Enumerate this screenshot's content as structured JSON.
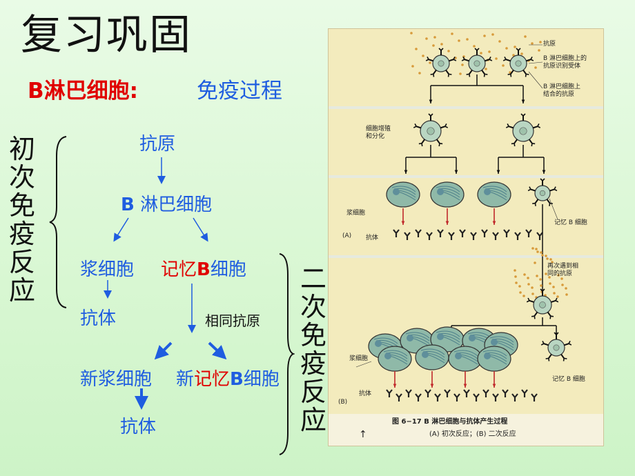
{
  "title": "复习巩固",
  "subtitle": {
    "left": "B淋巴细胞:",
    "right": "免疫过程"
  },
  "primary_label": "初次免疫反应",
  "secondary_label": "二次免疫反应",
  "flow": {
    "antigen": "抗原",
    "b_cell_prefix": "B",
    "b_cell_suffix": " 淋巴细胞",
    "plasma": "浆细胞",
    "memory_prefix": "记忆",
    "memory_b": "B",
    "memory_suffix": "细胞",
    "antibody": "抗体",
    "same_antigen": "相同抗原",
    "new_plasma": "新浆细胞",
    "new_prefix": "新",
    "new_memory": "记忆",
    "new_b": "B",
    "new_suffix": "细胞",
    "antibody2": "抗体"
  },
  "figure": {
    "labels": {
      "antigen": "抗原",
      "receptor": "B 淋巴细胞上的\n抗原识别受体",
      "bound": "B 淋巴细胞上\n结合的抗原",
      "proliferate": "细胞增殖\n和分化",
      "plasma_a": "浆细胞",
      "antibody_a": "抗体",
      "panel_a": "(A)",
      "memory_a": "记忆 B 细胞",
      "reencounter": "再次遇到相\n同的抗原",
      "plasma_b": "浆细胞",
      "antibody_b": "抗体",
      "memory_b": "记忆 B 细胞",
      "panel_b": "(B)"
    },
    "caption_line1": "图 6−17    B 淋巴细胞与抗体产生过程",
    "caption_line2": "(A) 初次反应；(B) 二次反应"
  },
  "colors": {
    "blue_text": "#1f5de0",
    "red_text": "#e00000",
    "cell_fill": "#b9d6c2",
    "plasma_fill": "#8fb9a8",
    "antigen_dot": "#d79a3a",
    "red_arrow": "#c0282a"
  }
}
